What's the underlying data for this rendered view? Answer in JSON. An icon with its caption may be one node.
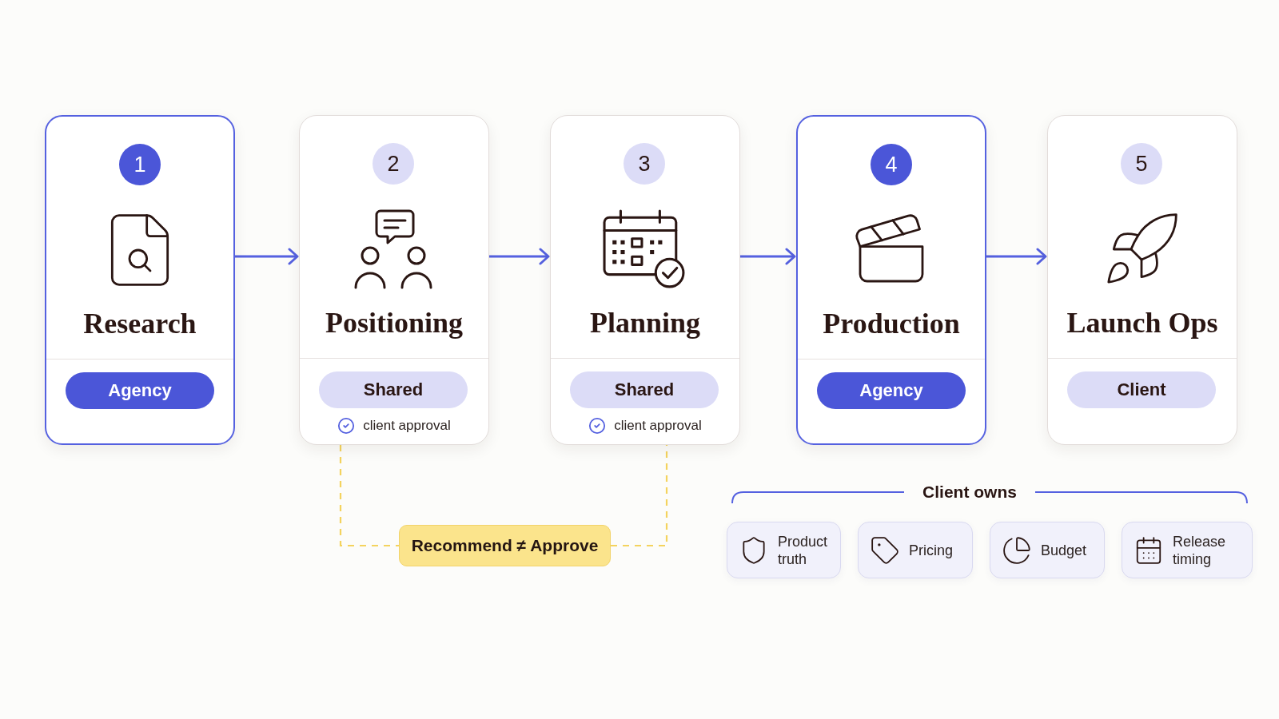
{
  "diagram": {
    "nodes": [
      {
        "text": [
          "Research"
        ]
      },
      {
        "text": [
          "1"
        ],
        "in": 0
      },
      {
        "text": [
          "Agency"
        ],
        "in": 0
      },
      {
        "text": [
          "Positioning",
          "client approval"
        ]
      },
      {
        "text": [
          "2"
        ],
        "in": 3
      },
      {
        "text": [
          "Shared"
        ],
        "in": 3
      },
      {
        "text": [
          "Planning",
          "client approval"
        ]
      },
      {
        "text": [
          "3"
        ],
        "in": 6
      },
      {
        "text": [
          "Shared"
        ],
        "in": 6
      },
      {
        "text": [
          "Production"
        ]
      },
      {
        "text": [
          "4"
        ],
        "in": 9
      },
      {
        "text": [
          "Agency"
        ],
        "in": 9
      },
      {
        "text": [
          "Launch Ops"
        ]
      },
      {
        "text": [
          "5"
        ],
        "in": 12
      },
      {
        "text": [
          "Client"
        ],
        "in": 12
      },
      {
        "text": [
          "Recommend ≠ Approve"
        ]
      },
      {
        "text": [
          "Product truth"
        ]
      },
      {
        "text": [
          "Pricing"
        ]
      },
      {
        "text": [
          "Budget"
        ]
      },
      {
        "text": [
          "Release timing"
        ]
      }
    ],
    "edges": [
      {
        "from": 0,
        "to": 3,
        "arrow": "to"
      },
      {
        "from": 3,
        "to": 6,
        "arrow": "to"
      },
      {
        "from": 6,
        "to": 9,
        "arrow": "to"
      },
      {
        "from": 9,
        "to": 12,
        "arrow": "to"
      },
      {
        "from": 3,
        "to": 15,
        "arrow": "none",
        "style": "dashed",
        "color": "#f4d35e"
      },
      {
        "from": 15,
        "to": 6,
        "arrow": "none",
        "style": "dashed",
        "color": "#f4d35e"
      }
    ],
    "labels": [
      "Client owns"
    ]
  }
}
